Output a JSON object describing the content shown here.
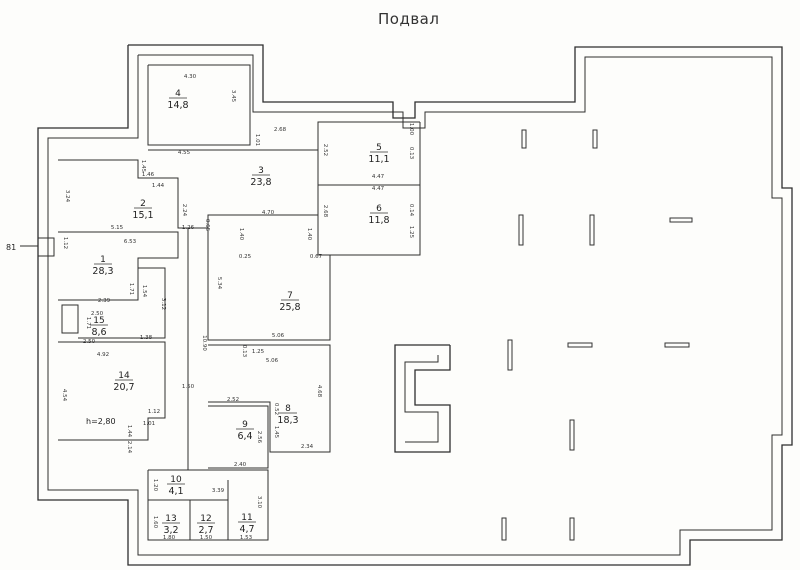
{
  "title": "Подвал",
  "marker": "81",
  "height_note": "h=2,80",
  "rooms": [
    {
      "num": "1",
      "area": "28,3"
    },
    {
      "num": "2",
      "area": "15,1"
    },
    {
      "num": "3",
      "area": "23,8"
    },
    {
      "num": "4",
      "area": "14,8"
    },
    {
      "num": "5",
      "area": "11,1"
    },
    {
      "num": "6",
      "area": "11,8"
    },
    {
      "num": "7",
      "area": "25,8"
    },
    {
      "num": "8",
      "area": "18,3"
    },
    {
      "num": "9",
      "area": "6,4"
    },
    {
      "num": "10",
      "area": "4,1"
    },
    {
      "num": "11",
      "area": "4,7"
    },
    {
      "num": "12",
      "area": "2,7"
    },
    {
      "num": "13",
      "area": "3,2"
    },
    {
      "num": "14",
      "area": "20,7"
    },
    {
      "num": "15",
      "area": "8,6"
    }
  ],
  "dims": [
    "4.30",
    "3.45",
    "4.55",
    "2.68",
    "1.01",
    "1.45",
    "1.46",
    "1.44",
    "3.24",
    "2.24",
    "5.15",
    "1.12",
    "6.53",
    "1.26",
    "0.65",
    "4.70",
    "1.40",
    "0.25",
    "1.40",
    "2.68",
    "0.67",
    "5.34",
    "2.52",
    "0.13",
    "4.47",
    "4.47",
    "1.00",
    "0.14",
    "1.25",
    "1.71",
    "2.39",
    "1.54",
    "3.12",
    "2.50",
    "1.71",
    "1.38",
    "2.50",
    "4.92",
    "10.90",
    "5.06",
    "1.25",
    "5.06",
    "0.13",
    "4.68",
    "1.50",
    "2.52",
    "0.52",
    "1.45",
    "2.34",
    "4.54",
    "1.12",
    "1.01",
    "1.44",
    "2.14",
    "2.56",
    "2.40",
    "1.20",
    "3.39",
    "3.10",
    "1.60",
    "1.80",
    "1.50",
    "1.53"
  ]
}
